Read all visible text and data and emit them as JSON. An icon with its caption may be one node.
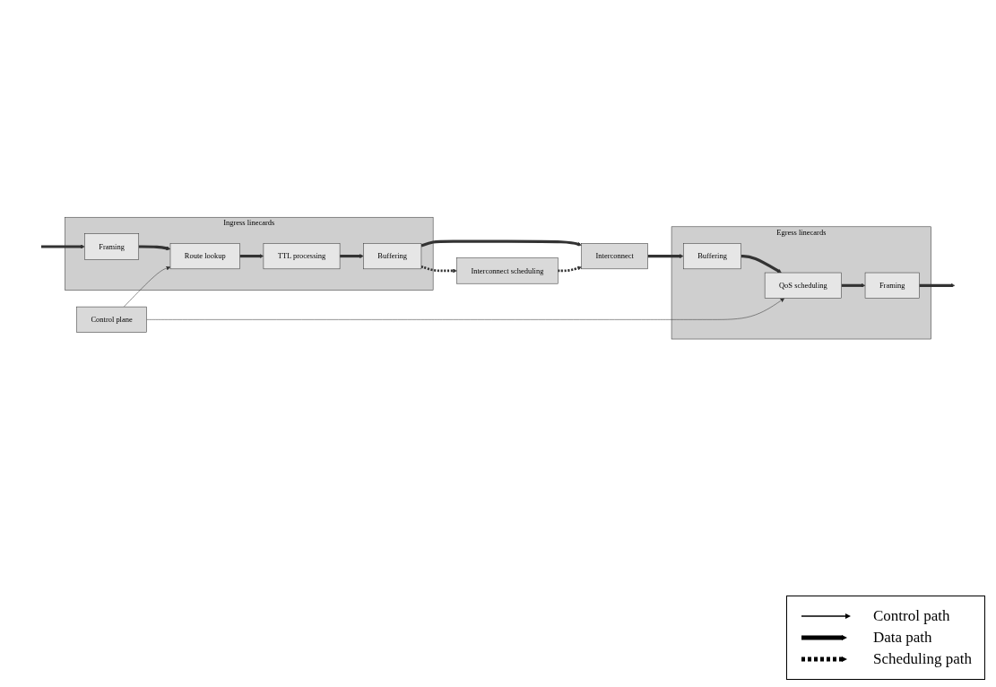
{
  "diagram": {
    "nodes": [
      {
        "text": [
          "Ingress linecards"
        ]
      },
      {
        "text": [
          "Framing"
        ],
        "in": 0
      },
      {
        "text": [
          "Route lookup"
        ],
        "in": 0
      },
      {
        "text": [
          "TTL processing"
        ],
        "in": 0
      },
      {
        "text": [
          "Buffering"
        ],
        "in": 0
      },
      {
        "text": [
          "Interconnect"
        ]
      },
      {
        "text": [
          "Egress linecards"
        ]
      },
      {
        "text": [
          "Buffering"
        ],
        "in": 6
      },
      {
        "text": [
          "QoS scheduling"
        ],
        "in": 6
      },
      {
        "text": [
          "Framing"
        ],
        "in": 6
      },
      {
        "text": [
          "Interconnect scheduling"
        ]
      },
      {
        "text": [
          "Control plane"
        ]
      }
    ],
    "edges": [
      {
        "from": null,
        "to": 1,
        "arrow": "to"
      },
      {
        "from": 1,
        "to": 2,
        "arrow": "to"
      },
      {
        "from": 2,
        "to": 3,
        "arrow": "to"
      },
      {
        "from": 3,
        "to": 4,
        "arrow": "to"
      },
      {
        "from": 4,
        "to": 5,
        "arrow": "to"
      },
      {
        "from": 5,
        "to": 7,
        "arrow": "to"
      },
      {
        "from": 7,
        "to": 8,
        "arrow": "to"
      },
      {
        "from": 8,
        "to": 9,
        "arrow": "to"
      },
      {
        "from": 9,
        "to": null,
        "arrow": "to"
      },
      {
        "from": 4,
        "to": 10,
        "arrow": "to",
        "style": "dashed"
      },
      {
        "from": 10,
        "to": 5,
        "arrow": "to",
        "style": "dashed"
      },
      {
        "from": 11,
        "to": 2,
        "arrow": "to"
      },
      {
        "from": 11,
        "to": 8,
        "arrow": "to"
      }
    ],
    "legend": [
      {
        "text": "Control path"
      },
      {
        "text": "Data path"
      },
      {
        "text": "Scheduling path"
      }
    ]
  }
}
